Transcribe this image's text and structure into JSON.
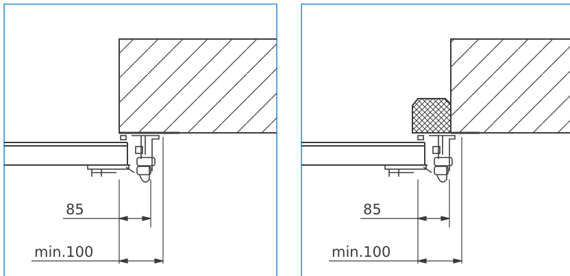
{
  "colors": {
    "frame": "#2b8fc9",
    "line": "#3a3a3a",
    "background": "#ffffff"
  },
  "panels": [
    {
      "id": "left",
      "variant": "without-seal",
      "dim_small": "85",
      "dim_large": "min.100"
    },
    {
      "id": "right",
      "variant": "with-seal",
      "dim_small": "85",
      "dim_large": "min.100"
    }
  ]
}
